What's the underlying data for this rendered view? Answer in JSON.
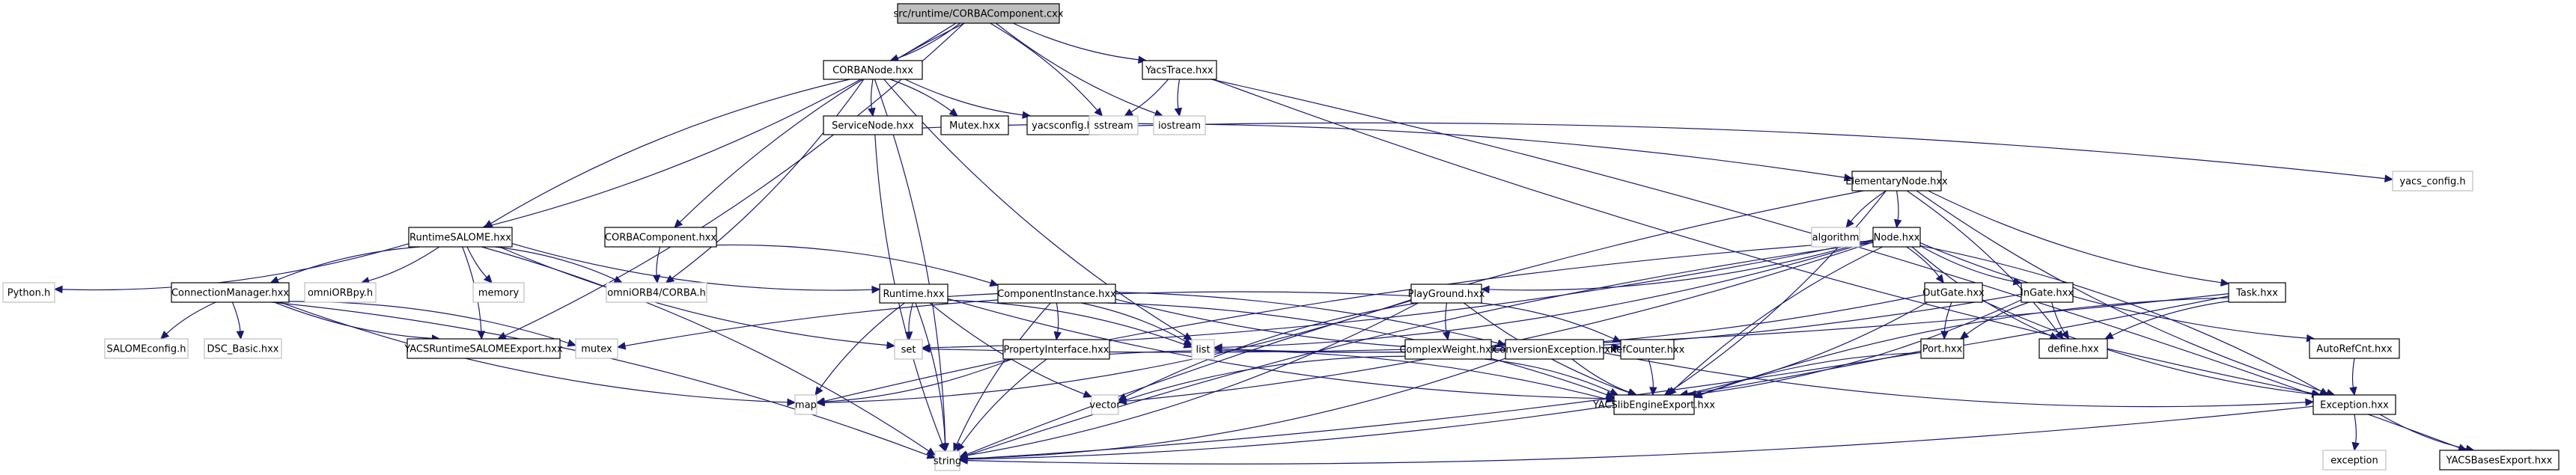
{
  "title": "src/runtime/CORBAComponent.cxx include dependency graph",
  "colors": {
    "edge": "#191970",
    "root_fill": "#bfbfbf",
    "documented_border": "#000000",
    "external_border": "#bfbfbf",
    "external_text": "#000000",
    "node_fill": "#ffffff"
  },
  "nodes": [
    {
      "id": "root",
      "label": "src/runtime/CORBAComponent.cxx",
      "kind": "root"
    },
    {
      "id": "corbanode",
      "label": "CORBANode.hxx",
      "kind": "doc"
    },
    {
      "id": "yacstrace",
      "label": "YacsTrace.hxx",
      "kind": "doc"
    },
    {
      "id": "servicenode",
      "label": "ServiceNode.hxx",
      "kind": "doc"
    },
    {
      "id": "mutexhxx",
      "label": "Mutex.hxx",
      "kind": "doc"
    },
    {
      "id": "yacsconfig",
      "label": "yacsconfig.h",
      "kind": "doc"
    },
    {
      "id": "sstream",
      "label": "sstream",
      "kind": "ext"
    },
    {
      "id": "iostream",
      "label": "iostream",
      "kind": "ext"
    },
    {
      "id": "elementarynode",
      "label": "ElementaryNode.hxx",
      "kind": "doc"
    },
    {
      "id": "yacs_config",
      "label": "yacs_config.h",
      "kind": "ext"
    },
    {
      "id": "algorithm",
      "label": "algorithm",
      "kind": "ext"
    },
    {
      "id": "nodehxx",
      "label": "Node.hxx",
      "kind": "doc"
    },
    {
      "id": "runtimesalome",
      "label": "RuntimeSALOME.hxx",
      "kind": "doc"
    },
    {
      "id": "corbacomponenthxx",
      "label": "CORBAComponent.hxx",
      "kind": "doc"
    },
    {
      "id": "pythonh",
      "label": "Python.h",
      "kind": "ext"
    },
    {
      "id": "connectionmanager",
      "label": "ConnectionManager.hxx",
      "kind": "doc"
    },
    {
      "id": "omniorbpy",
      "label": "omniORBpy.h",
      "kind": "ext"
    },
    {
      "id": "memory",
      "label": "memory",
      "kind": "ext"
    },
    {
      "id": "omniorb4",
      "label": "omniORB4/CORBA.h",
      "kind": "ext"
    },
    {
      "id": "runtimehxx",
      "label": "Runtime.hxx",
      "kind": "doc"
    },
    {
      "id": "componentinstance",
      "label": "ComponentInstance.hxx",
      "kind": "doc"
    },
    {
      "id": "playground",
      "label": "PlayGround.hxx",
      "kind": "doc"
    },
    {
      "id": "outgate",
      "label": "OutGate.hxx",
      "kind": "doc"
    },
    {
      "id": "ingate",
      "label": "InGate.hxx",
      "kind": "doc"
    },
    {
      "id": "task",
      "label": "Task.hxx",
      "kind": "doc"
    },
    {
      "id": "salomeconfig",
      "label": "SALOMEconfig.h",
      "kind": "ext"
    },
    {
      "id": "dscbasic",
      "label": "DSC_Basic.hxx",
      "kind": "ext"
    },
    {
      "id": "yacsruntimesalomeexport",
      "label": "YACSRuntimeSALOMEExport.hxx",
      "kind": "doc"
    },
    {
      "id": "mutex",
      "label": "mutex",
      "kind": "ext"
    },
    {
      "id": "set",
      "label": "set",
      "kind": "ext"
    },
    {
      "id": "propertyinterface",
      "label": "PropertyInterface.hxx",
      "kind": "doc"
    },
    {
      "id": "list",
      "label": "list",
      "kind": "ext"
    },
    {
      "id": "complexweight",
      "label": "ComplexWeight.hxx",
      "kind": "doc"
    },
    {
      "id": "conversionexception",
      "label": "ConversionException.hxx",
      "kind": "doc"
    },
    {
      "id": "refcounter",
      "label": "RefCounter.hxx",
      "kind": "doc"
    },
    {
      "id": "port",
      "label": "Port.hxx",
      "kind": "doc"
    },
    {
      "id": "define",
      "label": "define.hxx",
      "kind": "doc"
    },
    {
      "id": "autorefcnt",
      "label": "AutoRefCnt.hxx",
      "kind": "doc"
    },
    {
      "id": "map",
      "label": "map",
      "kind": "ext"
    },
    {
      "id": "vector",
      "label": "vector",
      "kind": "ext"
    },
    {
      "id": "yacslibengineexport",
      "label": "YACSlibEngineExport.hxx",
      "kind": "doc"
    },
    {
      "id": "exception",
      "label": "Exception.hxx",
      "kind": "doc"
    },
    {
      "id": "string",
      "label": "string",
      "kind": "ext"
    },
    {
      "id": "stdexception",
      "label": "exception",
      "kind": "ext"
    },
    {
      "id": "yacsbasesexport",
      "label": "YACSBasesExport.hxx",
      "kind": "doc"
    }
  ],
  "edges": [
    [
      "root",
      "corbanode"
    ],
    [
      "root",
      "yacstrace"
    ],
    [
      "root",
      "sstream"
    ],
    [
      "root",
      "iostream"
    ],
    [
      "root",
      "runtimesalome"
    ],
    [
      "root",
      "corbacomponenthxx"
    ],
    [
      "root",
      "yacsruntimesalomeexport"
    ],
    [
      "corbanode",
      "servicenode"
    ],
    [
      "corbanode",
      "mutexhxx"
    ],
    [
      "corbanode",
      "yacsconfig"
    ],
    [
      "corbanode",
      "omniorb4"
    ],
    [
      "corbanode",
      "list"
    ],
    [
      "corbanode",
      "string"
    ],
    [
      "corbanode",
      "runtimesalome"
    ],
    [
      "yacstrace",
      "sstream"
    ],
    [
      "yacstrace",
      "iostream"
    ],
    [
      "yacstrace",
      "yacsbasesexport"
    ],
    [
      "yacstrace",
      "exception"
    ],
    [
      "servicenode",
      "elementarynode"
    ],
    [
      "servicenode",
      "string"
    ],
    [
      "yacsconfig",
      "yacs_config"
    ],
    [
      "elementarynode",
      "algorithm"
    ],
    [
      "elementarynode",
      "nodehxx"
    ],
    [
      "elementarynode",
      "task"
    ],
    [
      "elementarynode",
      "define"
    ],
    [
      "elementarynode",
      "exception"
    ],
    [
      "elementarynode",
      "yacslibengineexport"
    ],
    [
      "elementarynode",
      "string"
    ],
    [
      "nodehxx",
      "outgate"
    ],
    [
      "nodehxx",
      "ingate"
    ],
    [
      "nodehxx",
      "playground"
    ],
    [
      "nodehxx",
      "define"
    ],
    [
      "nodehxx",
      "set"
    ],
    [
      "nodehxx",
      "map"
    ],
    [
      "nodehxx",
      "list"
    ],
    [
      "nodehxx",
      "string"
    ],
    [
      "nodehxx",
      "vector"
    ],
    [
      "nodehxx",
      "autorefcnt"
    ],
    [
      "nodehxx",
      "exception"
    ],
    [
      "nodehxx",
      "yacslibengineexport"
    ],
    [
      "runtimesalome",
      "pythonh"
    ],
    [
      "runtimesalome",
      "connectionmanager"
    ],
    [
      "runtimesalome",
      "omniorbpy"
    ],
    [
      "runtimesalome",
      "memory"
    ],
    [
      "runtimesalome",
      "omniorb4"
    ],
    [
      "runtimesalome",
      "runtimehxx"
    ],
    [
      "runtimesalome",
      "yacsruntimesalomeexport"
    ],
    [
      "runtimesalome",
      "set"
    ],
    [
      "runtimesalome",
      "string"
    ],
    [
      "corbacomponenthxx",
      "omniorb4"
    ],
    [
      "corbacomponenthxx",
      "componentinstance"
    ],
    [
      "connectionmanager",
      "salomeconfig"
    ],
    [
      "connectionmanager",
      "dscbasic"
    ],
    [
      "connectionmanager",
      "yacsruntimesalomeexport"
    ],
    [
      "connectionmanager",
      "mutex"
    ],
    [
      "connectionmanager",
      "map"
    ],
    [
      "connectionmanager",
      "string"
    ],
    [
      "runtimehxx",
      "set"
    ],
    [
      "runtimehxx",
      "list"
    ],
    [
      "runtimehxx",
      "map"
    ],
    [
      "runtimehxx",
      "string"
    ],
    [
      "runtimehxx",
      "vector"
    ],
    [
      "runtimehxx",
      "conversionexception"
    ],
    [
      "runtimehxx",
      "yacslibengineexport"
    ],
    [
      "componentinstance",
      "propertyinterface"
    ],
    [
      "componentinstance",
      "refcounter"
    ],
    [
      "componentinstance",
      "list"
    ],
    [
      "componentinstance",
      "string"
    ],
    [
      "componentinstance",
      "yacslibengineexport"
    ],
    [
      "playground",
      "complexweight"
    ],
    [
      "playground",
      "refcounter"
    ],
    [
      "playground",
      "mutex"
    ],
    [
      "playground",
      "map"
    ],
    [
      "playground",
      "vector"
    ],
    [
      "playground",
      "string"
    ],
    [
      "playground",
      "yacslibengineexport"
    ],
    [
      "propertyinterface",
      "map"
    ],
    [
      "propertyinterface",
      "string"
    ],
    [
      "propertyinterface",
      "yacslibengineexport"
    ],
    [
      "complexweight",
      "vector"
    ],
    [
      "complexweight",
      "yacslibengineexport"
    ],
    [
      "conversionexception",
      "exception"
    ],
    [
      "conversionexception",
      "string"
    ],
    [
      "conversionexception",
      "yacslibengineexport"
    ],
    [
      "refcounter",
      "yacslibengineexport"
    ],
    [
      "outgate",
      "port"
    ],
    [
      "outgate",
      "list"
    ],
    [
      "outgate",
      "exception"
    ],
    [
      "outgate",
      "yacslibengineexport"
    ],
    [
      "ingate",
      "port"
    ],
    [
      "ingate",
      "list"
    ],
    [
      "ingate",
      "define"
    ],
    [
      "ingate",
      "yacslibengineexport"
    ],
    [
      "port",
      "yacslibengineexport"
    ],
    [
      "port",
      "string"
    ],
    [
      "task",
      "define"
    ],
    [
      "task",
      "set"
    ],
    [
      "task",
      "yacslibengineexport"
    ],
    [
      "task",
      "string"
    ],
    [
      "autorefcnt",
      "exception"
    ],
    [
      "exception",
      "stdexception"
    ],
    [
      "exception",
      "yacsbasesexport"
    ],
    [
      "exception",
      "string"
    ]
  ]
}
